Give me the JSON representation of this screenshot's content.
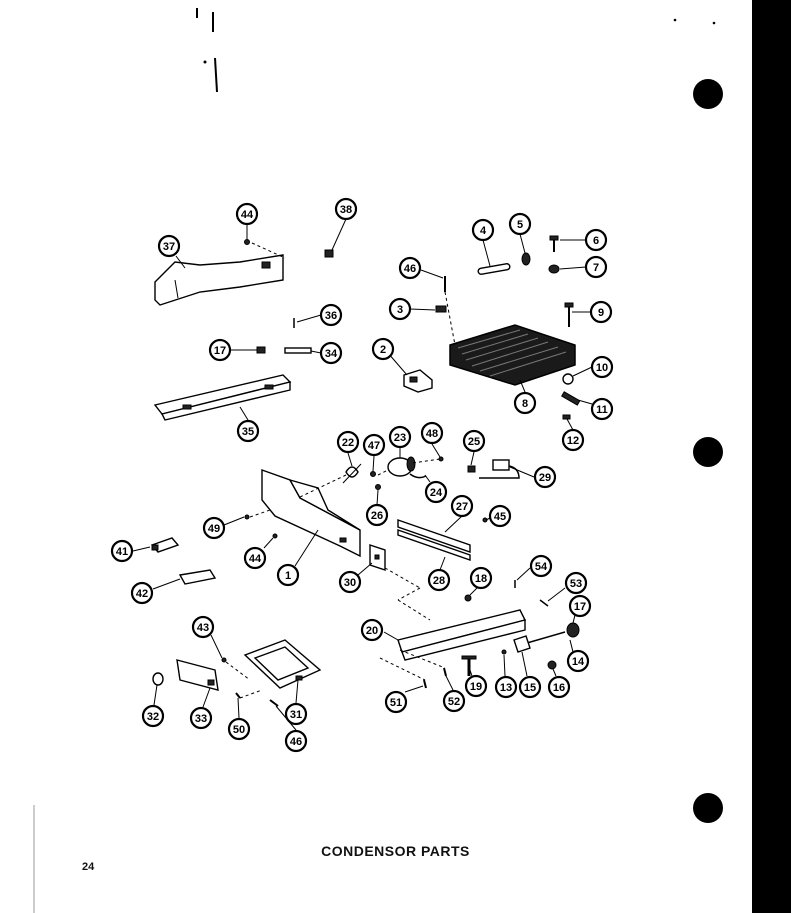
{
  "caption": "CONDENSOR PARTS",
  "page_number": "24",
  "colors": {
    "ink": "#000000",
    "paper": "#ffffff"
  },
  "callouts": [
    {
      "label": "44"
    },
    {
      "label": "38"
    },
    {
      "label": "37"
    },
    {
      "label": "4"
    },
    {
      "label": "5"
    },
    {
      "label": "6"
    },
    {
      "label": "7"
    },
    {
      "label": "46"
    },
    {
      "label": "3"
    },
    {
      "label": "9"
    },
    {
      "label": "36"
    },
    {
      "label": "17"
    },
    {
      "label": "34"
    },
    {
      "label": "2"
    },
    {
      "label": "10"
    },
    {
      "label": "8"
    },
    {
      "label": "11"
    },
    {
      "label": "12"
    },
    {
      "label": "35"
    },
    {
      "label": "22"
    },
    {
      "label": "47"
    },
    {
      "label": "23"
    },
    {
      "label": "48"
    },
    {
      "label": "25"
    },
    {
      "label": "29"
    },
    {
      "label": "24"
    },
    {
      "label": "26"
    },
    {
      "label": "27"
    },
    {
      "label": "45"
    },
    {
      "label": "49"
    },
    {
      "label": "41"
    },
    {
      "label": "44"
    },
    {
      "label": "1"
    },
    {
      "label": "28"
    },
    {
      "label": "30"
    },
    {
      "label": "42"
    },
    {
      "label": "18"
    },
    {
      "label": "54"
    },
    {
      "label": "53"
    },
    {
      "label": "17"
    },
    {
      "label": "20"
    },
    {
      "label": "43"
    },
    {
      "label": "14"
    },
    {
      "label": "19"
    },
    {
      "label": "13"
    },
    {
      "label": "15"
    },
    {
      "label": "16"
    },
    {
      "label": "51"
    },
    {
      "label": "52"
    },
    {
      "label": "32"
    },
    {
      "label": "33"
    },
    {
      "label": "50"
    },
    {
      "label": "31"
    },
    {
      "label": "46"
    }
  ]
}
